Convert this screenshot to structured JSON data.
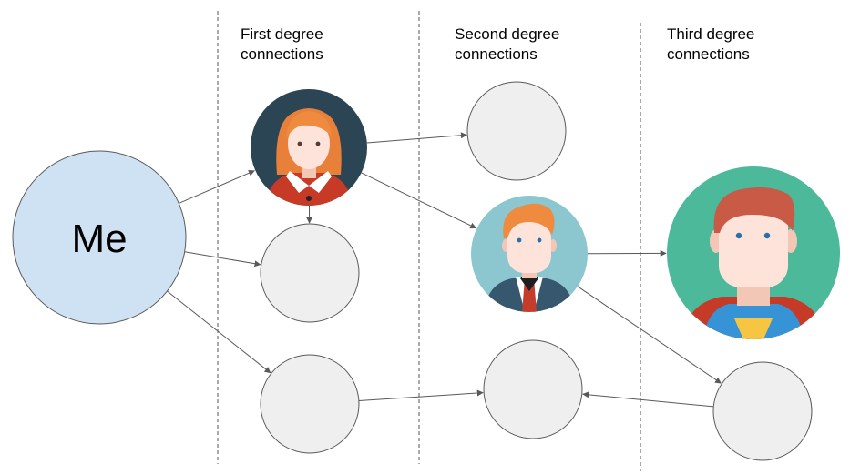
{
  "columns": [
    {
      "line1": "First degree",
      "line2": "connections"
    },
    {
      "line1": "Second degree",
      "line2": "connections"
    },
    {
      "line1": "Third degree",
      "line2": "connections"
    }
  ],
  "me": {
    "label": "Me"
  },
  "colors": {
    "me_fill": "#cfe2f3",
    "empty_fill": "#efefef",
    "stroke": "#595959",
    "woman_bg": "#2c4555",
    "man_bg": "#8cc6cf",
    "hero_bg": "#4cb99b"
  },
  "nodes": [
    {
      "id": "me",
      "kind": "me"
    },
    {
      "id": "first-woman",
      "kind": "avatar-woman"
    },
    {
      "id": "first-empty-middle",
      "kind": "empty"
    },
    {
      "id": "first-empty-bottom",
      "kind": "empty"
    },
    {
      "id": "second-empty-top",
      "kind": "empty"
    },
    {
      "id": "second-man",
      "kind": "avatar-man"
    },
    {
      "id": "second-empty-bottom",
      "kind": "empty"
    },
    {
      "id": "third-superhero",
      "kind": "avatar-superhero"
    },
    {
      "id": "third-empty-bottom",
      "kind": "empty"
    }
  ],
  "edges": [
    {
      "from": "me",
      "to": "first-woman"
    },
    {
      "from": "me",
      "to": "first-empty-middle"
    },
    {
      "from": "me",
      "to": "first-empty-bottom"
    },
    {
      "from": "first-woman",
      "to": "first-empty-middle"
    },
    {
      "from": "first-woman",
      "to": "second-empty-top"
    },
    {
      "from": "first-woman",
      "to": "second-man"
    },
    {
      "from": "first-empty-bottom",
      "to": "second-empty-bottom"
    },
    {
      "from": "second-man",
      "to": "third-superhero"
    },
    {
      "from": "second-man",
      "to": "third-empty-bottom"
    },
    {
      "from": "third-empty-bottom",
      "to": "second-empty-bottom"
    }
  ]
}
